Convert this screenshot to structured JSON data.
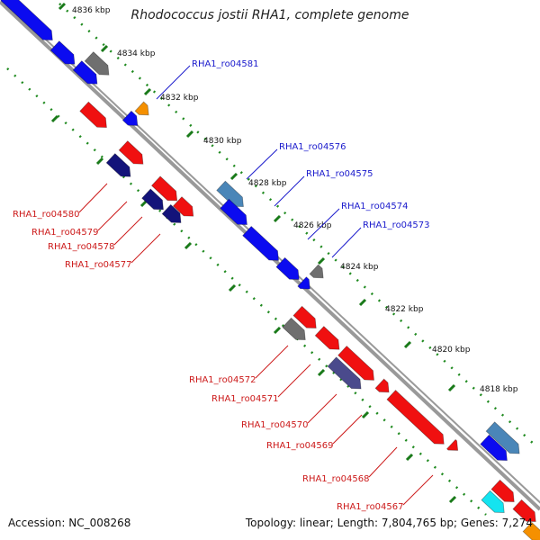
{
  "title": "Rhodococcus jostii RHA1, complete genome",
  "footer": {
    "accession": "Accession: NC_008268",
    "topology": "Topology: linear; Length: 7,804,765 bp; Genes: 7,274"
  },
  "colors": {
    "forward_label": "#1a1acc",
    "reverse_label": "#cc1a1a",
    "backbone": "#888888",
    "tick_dots": "#1f8a1f"
  },
  "ticks": [
    "4836 kbp",
    "4834 kbp",
    "4832 kbp",
    "4830 kbp",
    "4828 kbp",
    "4826 kbp",
    "4824 kbp",
    "4822 kbp",
    "4820 kbp",
    "4818 kbp"
  ],
  "forward_gene_labels": [
    "RHA1_ro04581",
    "RHA1_ro04576",
    "RHA1_ro04575",
    "RHA1_ro04574",
    "RHA1_ro04573"
  ],
  "reverse_gene_labels": [
    "RHA1_ro04580",
    "RHA1_ro04579",
    "RHA1_ro04578",
    "RHA1_ro04577",
    "RHA1_ro04572",
    "RHA1_ro04571",
    "RHA1_ro04570",
    "RHA1_ro04569",
    "RHA1_ro04568",
    "RHA1_ro04567"
  ]
}
